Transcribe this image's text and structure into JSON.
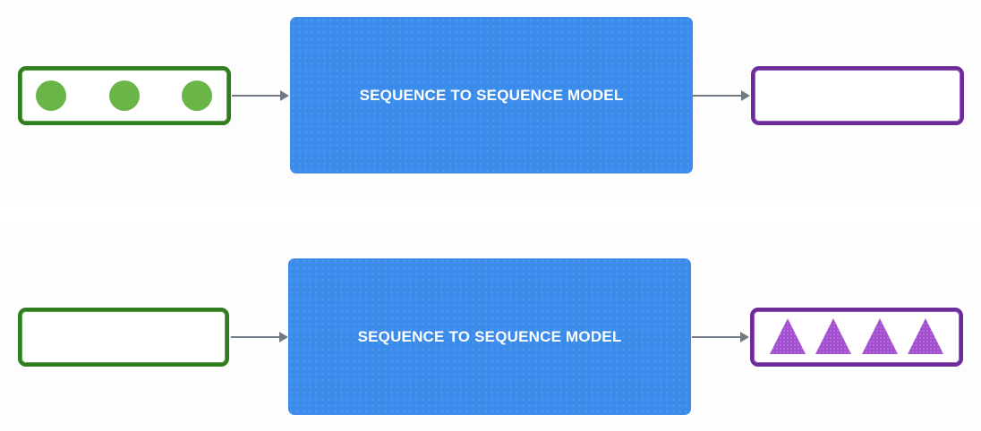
{
  "rows": [
    {
      "model_label": "SEQUENCE TO SEQUENCE MODEL",
      "input_tokens": 3,
      "output_tokens": 0
    },
    {
      "model_label": "SEQUENCE TO SEQUENCE MODEL",
      "input_tokens": 0,
      "output_tokens": 4
    }
  ],
  "colors": {
    "model_fill": "#3b8beb",
    "input_border": "#2f7d1f",
    "input_token": "#6ab547",
    "output_border": "#6c2c98",
    "output_token": "#a24fd0",
    "arrow": "#707a86"
  },
  "icons": {
    "input_token": "green-circle-icon",
    "output_token": "purple-triangle-icon"
  }
}
